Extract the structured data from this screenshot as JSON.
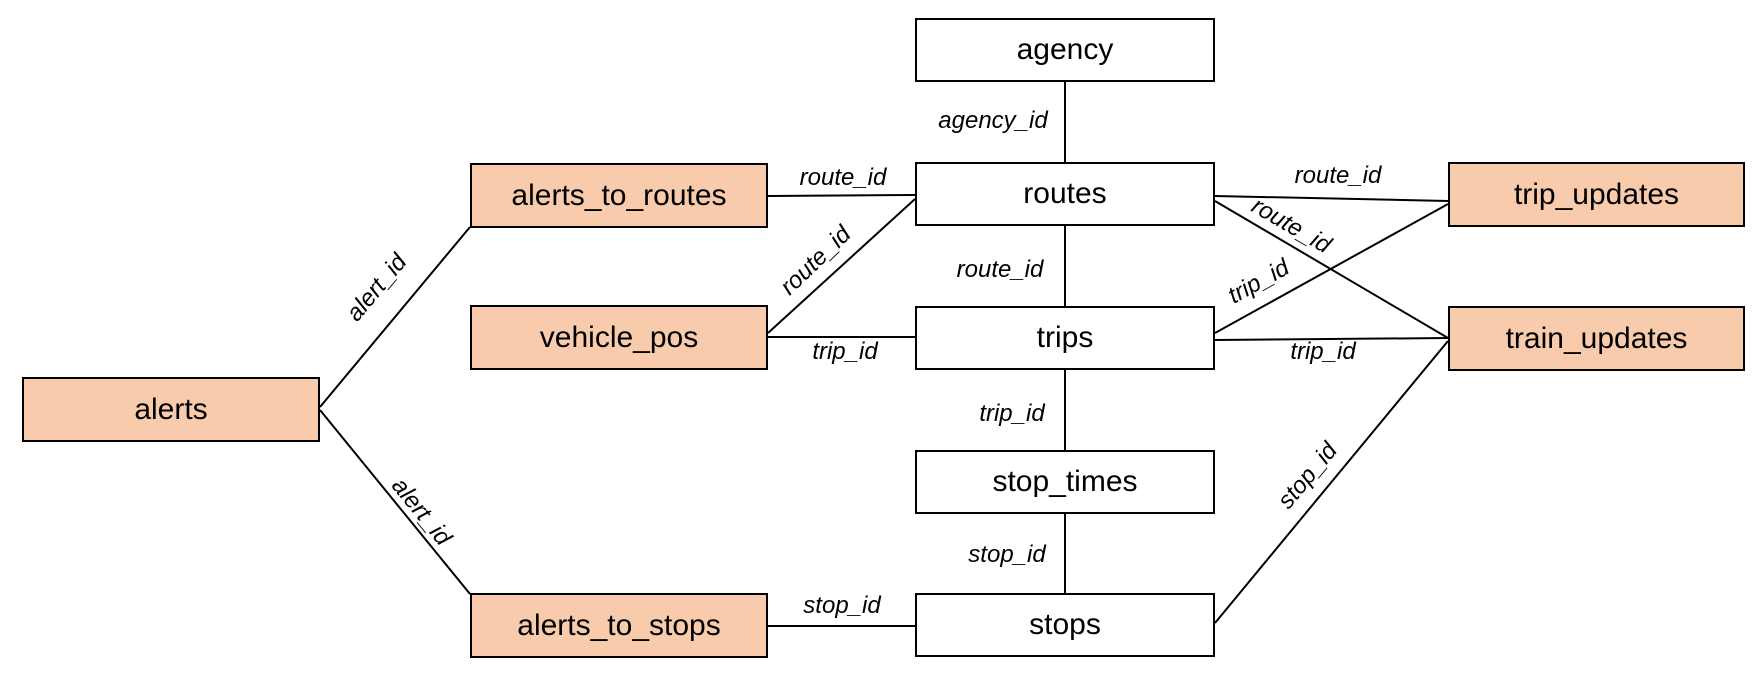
{
  "diagram": {
    "type": "entity-relationship",
    "colors": {
      "background": "#ffffff",
      "plain_fill": "#ffffff",
      "highlight_fill": "#F8CBAD",
      "border": "#000000",
      "line": "#000000",
      "text": "#000000"
    },
    "nodes": [
      {
        "id": "agency",
        "label": "agency",
        "style": "plain"
      },
      {
        "id": "routes",
        "label": "routes",
        "style": "plain"
      },
      {
        "id": "trips",
        "label": "trips",
        "style": "plain"
      },
      {
        "id": "stop_times",
        "label": "stop_times",
        "style": "plain"
      },
      {
        "id": "stops",
        "label": "stops",
        "style": "plain"
      },
      {
        "id": "alerts",
        "label": "alerts",
        "style": "highlight"
      },
      {
        "id": "alerts_to_routes",
        "label": "alerts_to_routes",
        "style": "highlight"
      },
      {
        "id": "vehicle_pos",
        "label": "vehicle_pos",
        "style": "highlight"
      },
      {
        "id": "alerts_to_stops",
        "label": "alerts_to_stops",
        "style": "highlight"
      },
      {
        "id": "trip_updates",
        "label": "trip_updates",
        "style": "highlight"
      },
      {
        "id": "train_updates",
        "label": "train_updates",
        "style": "highlight"
      }
    ],
    "edges": [
      {
        "from": "agency",
        "to": "routes",
        "label": "agency_id"
      },
      {
        "from": "alerts_to_routes",
        "to": "routes",
        "label": "route_id"
      },
      {
        "from": "vehicle_pos",
        "to": "routes",
        "label": "route_id"
      },
      {
        "from": "vehicle_pos",
        "to": "trips",
        "label": "trip_id"
      },
      {
        "from": "routes",
        "to": "trips",
        "label": "route_id"
      },
      {
        "from": "trips",
        "to": "stop_times",
        "label": "trip_id"
      },
      {
        "from": "stop_times",
        "to": "stops",
        "label": "stop_id"
      },
      {
        "from": "alerts",
        "to": "alerts_to_routes",
        "label": "alert_id"
      },
      {
        "from": "alerts",
        "to": "alerts_to_stops",
        "label": "alert_id"
      },
      {
        "from": "alerts_to_stops",
        "to": "stops",
        "label": "stop_id"
      },
      {
        "from": "routes",
        "to": "trip_updates",
        "label": "route_id"
      },
      {
        "from": "routes",
        "to": "train_updates",
        "label": "route_id"
      },
      {
        "from": "trips",
        "to": "trip_updates",
        "label": "trip_id"
      },
      {
        "from": "trips",
        "to": "train_updates",
        "label": "trip_id"
      },
      {
        "from": "stops",
        "to": "train_updates",
        "label": "stop_id"
      }
    ]
  }
}
